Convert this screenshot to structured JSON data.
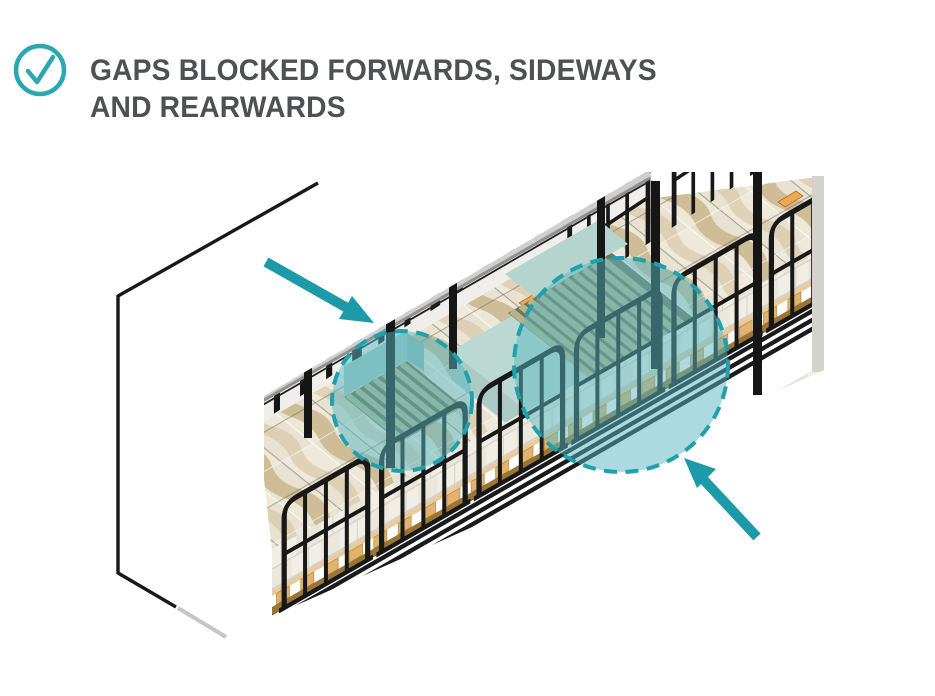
{
  "header": {
    "icon": "check-circle-icon",
    "title_line1": "GAPS BLOCKED FORWARDS, SIDEWAYS",
    "title_line2": "AND REARWARDS",
    "title_color": "#4F5052"
  },
  "illustration": {
    "subject": "isometric-truck-trailer-with-cargo",
    "elements": {
      "front_box": "trailer-front-white-box-outline",
      "floor": "beige-tiled-trailer-floor-and-cargo-tops",
      "side": "white-cargo-boxes-on-wooden-pallets-with-chassis-rails",
      "gates": "black-lattice-side-gates-and-stanchions",
      "gap_small": "forward-gap-blocked-with-empty-pallet",
      "gap_large": "rear-gap-blocked-with-stacked-empty-pallets"
    },
    "highlights": [
      {
        "name": "gap-highlight-small",
        "shape": "dashed-circle"
      },
      {
        "name": "gap-highlight-large",
        "shape": "dashed-circle"
      }
    ],
    "arrows": [
      {
        "name": "arrow-to-forward-gap",
        "direction": "down-right"
      },
      {
        "name": "arrow-to-rear-gap",
        "direction": "up-left"
      }
    ]
  },
  "colors": {
    "accent_teal": "#2AA7B1",
    "highlight_fill": "#58B7C1",
    "highlight_stroke": "#1EA0AD",
    "arrow_teal": "#1C9AA8",
    "outline_black": "#181818",
    "tile_beige": "#E9E2D2",
    "tile_tan": "#CBB892",
    "pallet_orange": "#E2B26F",
    "deck_brown": "#9A7634",
    "slat_olive": "#B6B58A"
  }
}
